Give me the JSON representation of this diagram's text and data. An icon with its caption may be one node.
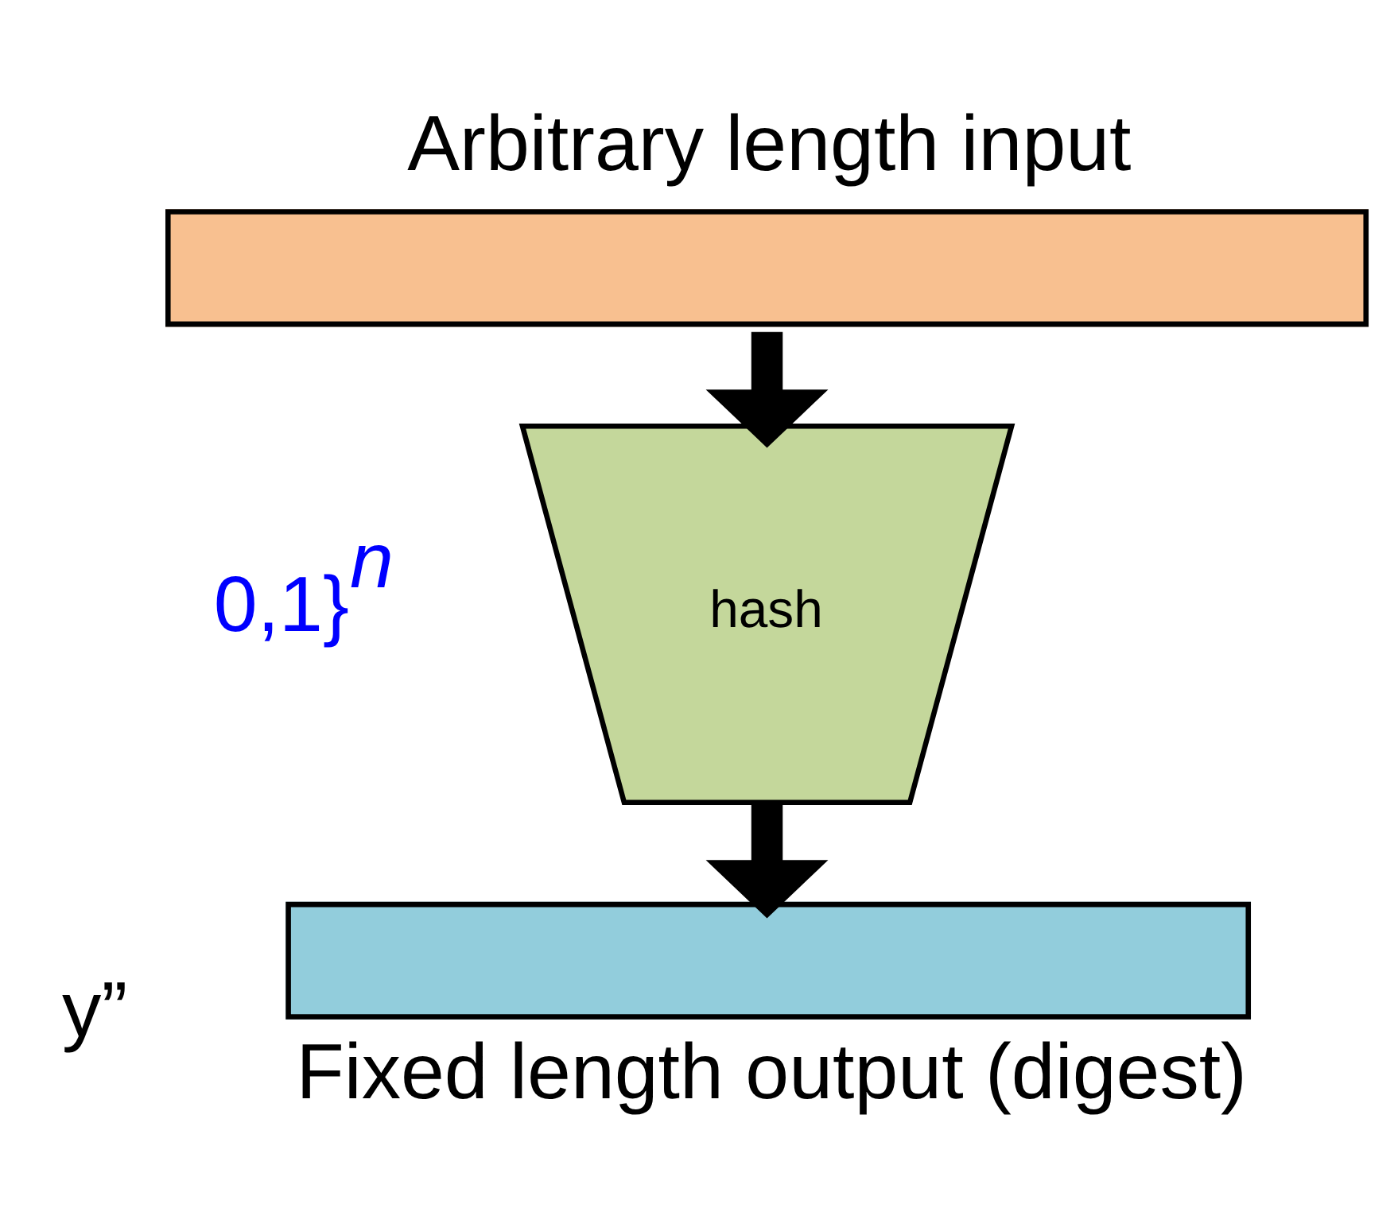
{
  "diagram": {
    "nodes": [
      {
        "text": [
          "Arbitrary length input"
        ]
      },
      {
        "text": [
          "hash"
        ]
      },
      {
        "text": [
          "Fixed length output (digest)"
        ]
      }
    ],
    "edges": [
      {
        "from": 0,
        "to": 1,
        "arrow": "to"
      },
      {
        "from": 1,
        "to": 2,
        "arrow": "to"
      }
    ],
    "labels": [
      "0,1}$^{n}$",
      "y”"
    ]
  }
}
